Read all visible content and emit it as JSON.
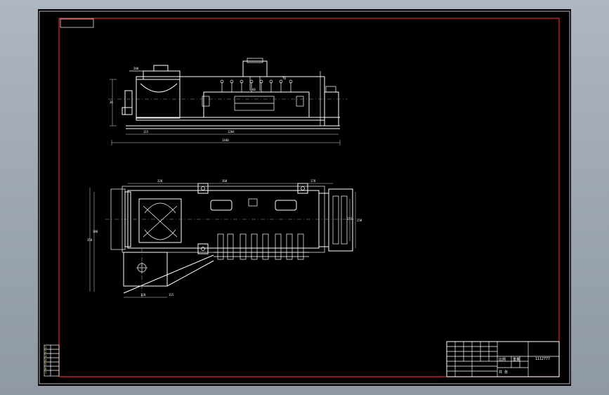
{
  "drawing": {
    "front_view": {
      "dim_top_left": "200",
      "dim_top_right": "70",
      "dim_center": "60",
      "dim_height": "36",
      "dim_bottom_left": "115",
      "dim_bottom_mid": "1204",
      "dim_bottom_total": "1440"
    },
    "top_view": {
      "dim_top_1": "320",
      "dim_top_2": "360",
      "dim_top_3": "178",
      "dim_side_left_1": "350",
      "dim_side_left_2": "380",
      "dim_side_right_1": "250",
      "dim_side_right_2": "155",
      "dim_bottom_1": "120",
      "dim_bottom_2": "115"
    },
    "title_block": {
      "drawing_number": "1112777",
      "label_scale": "比例",
      "label_sheet": "共 张",
      "label_weight": "重量"
    }
  }
}
